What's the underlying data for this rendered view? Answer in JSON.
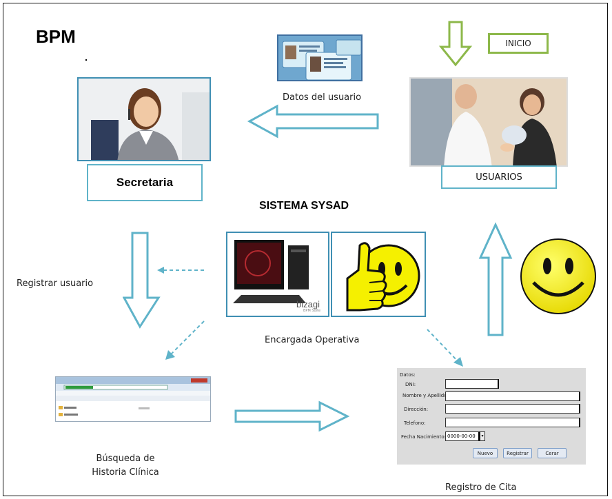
{
  "title": "BPM",
  "inicio_label": "INICIO",
  "datos_usuario_label": "Datos del usuario",
  "secretaria_label": "Secretaria",
  "usuarios_label": "USUARIOS",
  "sistema_label": "SISTEMA SYSAD",
  "registrar_usuario_label": "Registrar usuario",
  "encargada_label": "Encargada Operativa",
  "busqueda_label_line1": "Búsqueda de",
  "busqueda_label_line2": "Historia Clínica",
  "registro_cita_label": "Registro de Cita",
  "bizagi_logo": "bizagi",
  "bizagi_sub": "BPM Suite",
  "form": {
    "header": "Datos:",
    "dni_label": "DNI:",
    "nombre_label": "Nombre y Apellido:",
    "direccion_label": "Dirección:",
    "telefono_label": "Telefono:",
    "fecha_label": "Fecha Nacimiento:",
    "fecha_value": "0000-00-00",
    "nuevo_button": "Nuevo",
    "registrar_button": "Registrar",
    "cerrar_button": "Cerar"
  },
  "colors": {
    "teal": "#5fb3c9",
    "green": "#8db84a",
    "smiley_yellow": "#f5f000"
  }
}
